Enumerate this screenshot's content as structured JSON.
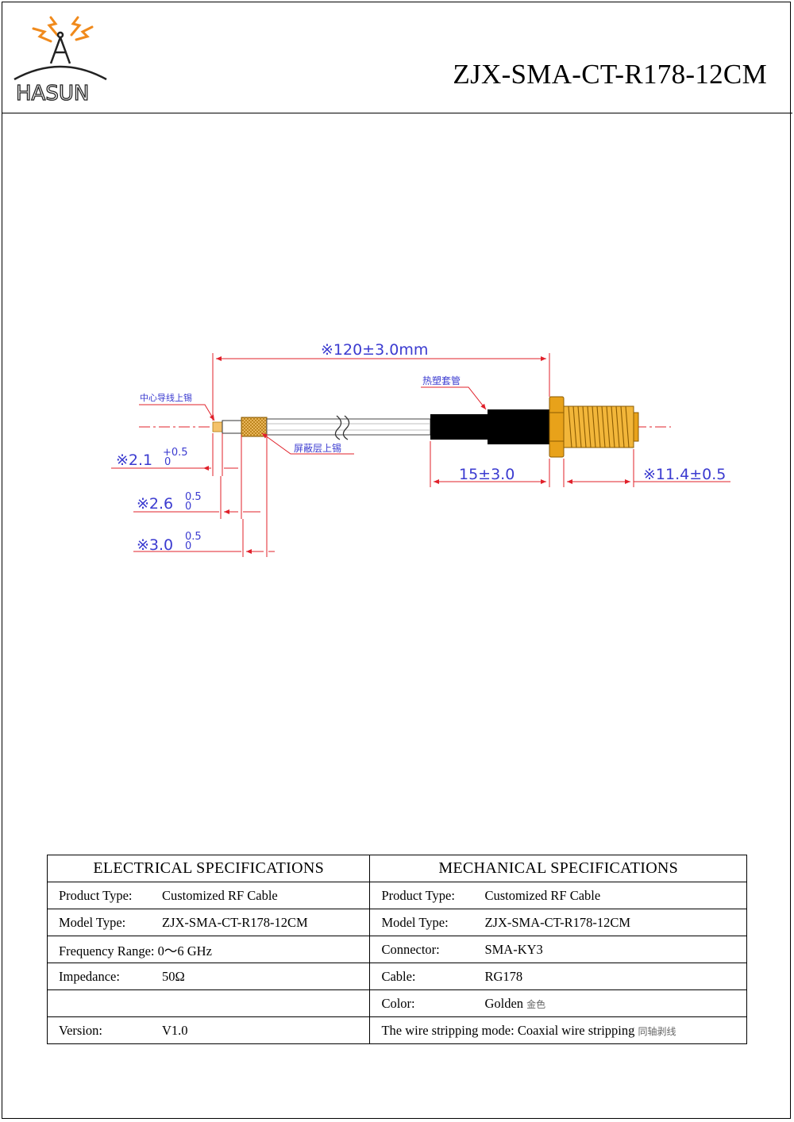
{
  "header": {
    "brand": "HASUN",
    "title": "ZJX-SMA-CT-R178-12CM"
  },
  "drawing": {
    "total_length": "※120±3.0mm",
    "heat_shrink_label": "热塑套管",
    "center_conductor_label": "中心导线上锡",
    "shield_label": "屏蔽层上锡",
    "heat_shrink_length": "15±3.0",
    "connector_length": "※11.4±0.5",
    "strip_1": {
      "value": "※2.1",
      "tol_upper": "+0.5",
      "tol_lower": "0"
    },
    "strip_2": {
      "value": "※2.6",
      "tol_upper": "0.5",
      "tol_lower": "0"
    },
    "strip_3": {
      "value": "※3.0",
      "tol_upper": "0.5",
      "tol_lower": "0"
    }
  },
  "electrical": {
    "heading": "ELECTRICAL    SPECIFICATIONS",
    "rows": [
      {
        "label": "Product Type:",
        "value": "Customized RF Cable"
      },
      {
        "label": "Model Type:",
        "value": "ZJX-SMA-CT-R178-12CM"
      },
      {
        "label": "Frequency Range:",
        "value": "0～6 GHz"
      },
      {
        "label": "Impedance:",
        "value": "50Ω"
      },
      {
        "label": "",
        "value": ""
      },
      {
        "label": "Version:",
        "value": "V1.0"
      }
    ]
  },
  "mechanical": {
    "heading": "MECHANICAL    SPECIFICATIONS",
    "rows": [
      {
        "label": "Product Type:",
        "value": "Customized RF Cable"
      },
      {
        "label": "Model Type:",
        "value": "ZJX-SMA-CT-R178-12CM"
      },
      {
        "label": "Connector:",
        "value": "SMA-KY3"
      },
      {
        "label": "Cable:",
        "value": "RG178"
      },
      {
        "label": "Color:",
        "value": "Golden",
        "note": "金色"
      },
      {
        "label": "The wire stripping mode:",
        "value": "Coaxial wire stripping",
        "note": "同轴剥线"
      }
    ]
  },
  "colors": {
    "dimension": "#3b3bd0",
    "leader": "#e0202a",
    "connector_gold": "#e8a21a",
    "heat_shrink": "#000000",
    "logo_orange": "#f08a1c"
  }
}
